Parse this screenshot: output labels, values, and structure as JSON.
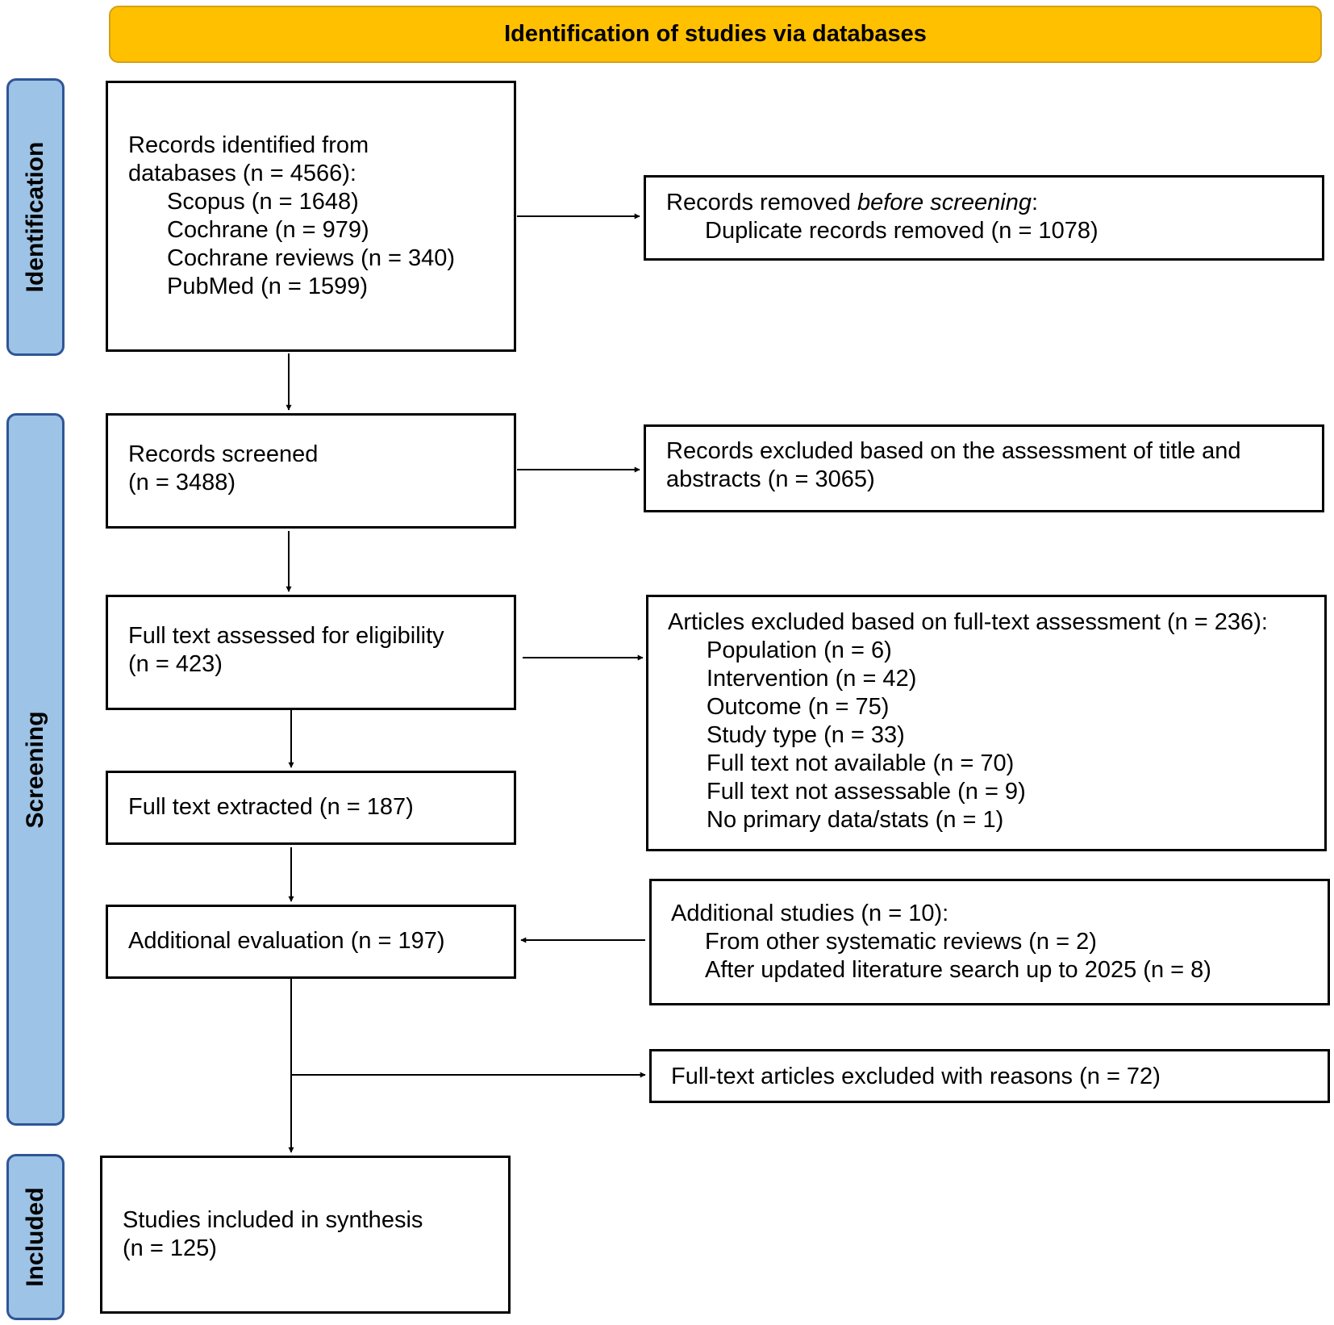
{
  "header": {
    "title": "Identification of studies via databases"
  },
  "phases": {
    "identification": "Identification",
    "screening": "Screening",
    "included": "Included"
  },
  "identified": {
    "line1": "Records identified from",
    "line2": "databases (n = 4566):",
    "sources": [
      "Scopus (n = 1648)",
      "Cochrane (n = 979)",
      "Cochrane reviews (n = 340)",
      "PubMed (n = 1599)"
    ]
  },
  "removed": {
    "prefix": "Records removed ",
    "emphasis": "before screening",
    "suffix": ":",
    "detail": "Duplicate records removed (n = 1078)"
  },
  "screened": {
    "line1": "Records screened",
    "line2": "(n = 3488)"
  },
  "excluded_title_abstract": {
    "line1": "Records excluded based on the assessment of title and",
    "line2": "abstracts (n = 3065)"
  },
  "fulltext_assessed": {
    "line1": "Full text assessed for eligibility",
    "line2": "(n = 423)"
  },
  "excluded_fulltext": {
    "title": "Articles excluded based on full-text assessment (n = 236):",
    "reasons": [
      "Population (n = 6)",
      "Intervention (n = 42)",
      "Outcome (n = 75)",
      "Study type (n = 33)",
      "Full text not available (n = 70)",
      "Full text not assessable (n = 9)",
      "No primary data/stats (n = 1)"
    ]
  },
  "extracted": {
    "line1": "Full text extracted (n = 187)"
  },
  "additional_evaluation": {
    "line1": "Additional evaluation (n = 197)"
  },
  "additional_studies": {
    "title": "Additional studies (n = 10):",
    "items": [
      "From other systematic reviews (n = 2)",
      "After updated literature search up to 2025 (n = 8)"
    ]
  },
  "excluded_reasons": {
    "line1": "Full-text articles excluded with reasons (n = 72)"
  },
  "included": {
    "line1": "Studies included in synthesis",
    "line2": "(n = 125)"
  }
}
